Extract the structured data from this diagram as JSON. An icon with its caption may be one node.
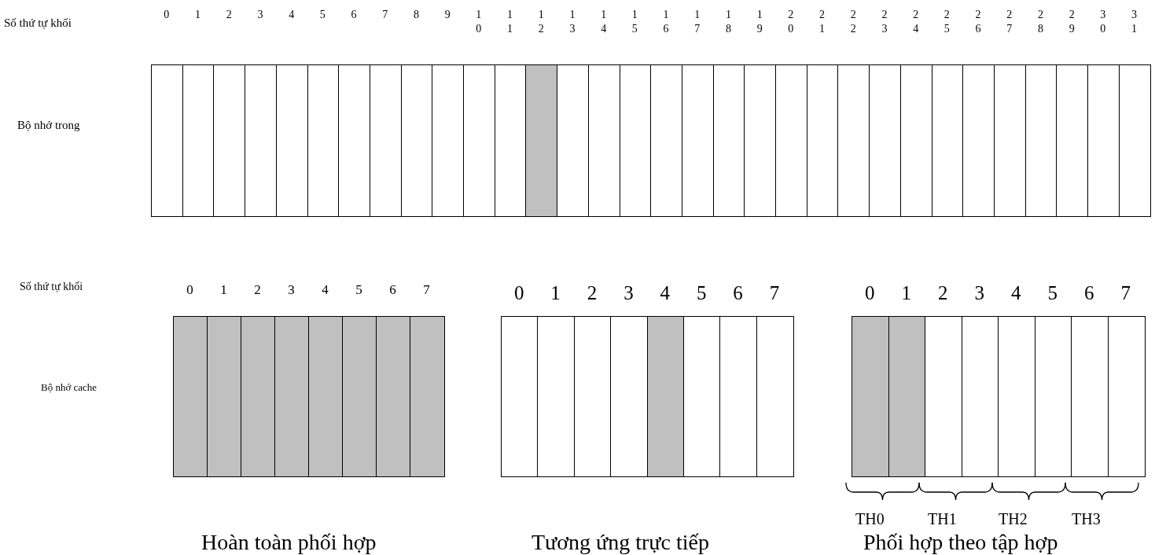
{
  "diagram": {
    "nodes": [
      {
        "text": [],
        "shape": "box"
      },
      {
        "text": [],
        "shape": "box"
      },
      {
        "text": [],
        "shape": "box"
      },
      {
        "text": [],
        "shape": "box"
      },
      {
        "text": [],
        "shape": "box"
      },
      {
        "text": [],
        "shape": "box"
      },
      {
        "text": [],
        "shape": "box"
      },
      {
        "text": [],
        "shape": "box"
      },
      {
        "text": [],
        "shape": "box"
      },
      {
        "text": [],
        "shape": "box"
      },
      {
        "text": [],
        "shape": "box"
      },
      {
        "text": [],
        "shape": "box"
      },
      {
        "text": [],
        "shape": "box"
      },
      {
        "text": [],
        "shape": "box"
      },
      {
        "text": [],
        "shape": "box"
      },
      {
        "text": [],
        "shape": "box"
      },
      {
        "text": [],
        "shape": "box"
      },
      {
        "text": [],
        "shape": "box"
      },
      {
        "text": [],
        "shape": "box"
      },
      {
        "text": [],
        "shape": "box"
      },
      {
        "text": [],
        "shape": "box"
      },
      {
        "text": [],
        "shape": "box"
      },
      {
        "text": [],
        "shape": "box"
      },
      {
        "text": [],
        "shape": "box"
      },
      {
        "text": [],
        "shape": "box"
      },
      {
        "text": [],
        "shape": "box"
      },
      {
        "text": [],
        "shape": "box"
      },
      {
        "text": [],
        "shape": "box"
      },
      {
        "text": [],
        "shape": "box"
      },
      {
        "text": [],
        "shape": "box"
      },
      {
        "text": [],
        "shape": "box"
      },
      {
        "text": [],
        "shape": "box"
      },
      {
        "text": [],
        "shape": "box",
        "beside": [
          "0"
        ]
      },
      {
        "text": [],
        "shape": "box",
        "beside": [
          "1"
        ]
      },
      {
        "text": [],
        "shape": "box",
        "beside": [
          "2"
        ]
      },
      {
        "text": [],
        "shape": "box",
        "beside": [
          "3"
        ]
      },
      {
        "text": [],
        "shape": "box",
        "beside": [
          "4"
        ]
      },
      {
        "text": [],
        "shape": "box",
        "beside": [
          "5"
        ]
      },
      {
        "text": [],
        "shape": "box",
        "beside": [
          "6"
        ]
      },
      {
        "text": [],
        "shape": "box",
        "beside": [
          "7"
        ]
      },
      {
        "text": [],
        "shape": "box",
        "beside": [
          "0"
        ]
      },
      {
        "text": [],
        "shape": "box",
        "beside": [
          "1"
        ]
      },
      {
        "text": [],
        "shape": "box",
        "beside": [
          "2"
        ]
      },
      {
        "text": [],
        "shape": "box",
        "beside": [
          "3"
        ]
      },
      {
        "text": [],
        "shape": "box",
        "beside": [
          "4"
        ]
      },
      {
        "text": [],
        "shape": "box",
        "beside": [
          "5"
        ]
      },
      {
        "text": [],
        "shape": "box",
        "beside": [
          "6"
        ]
      },
      {
        "text": [],
        "shape": "box",
        "beside": [
          "7"
        ]
      },
      {
        "text": [],
        "shape": "box",
        "beside": [
          "0"
        ]
      },
      {
        "text": [],
        "shape": "box",
        "beside": [
          "1"
        ]
      },
      {
        "text": [],
        "shape": "box",
        "beside": [
          "2"
        ]
      },
      {
        "text": [],
        "shape": "box",
        "beside": [
          "3"
        ]
      },
      {
        "text": [],
        "shape": "box",
        "beside": [
          "4"
        ]
      },
      {
        "text": [],
        "shape": "box",
        "beside": [
          "5"
        ]
      },
      {
        "text": [],
        "shape": "box",
        "beside": [
          "6"
        ]
      },
      {
        "text": [],
        "shape": "box",
        "beside": [
          "7"
        ]
      }
    ],
    "labels": [
      "Số thứ tự khối",
      "0",
      "1",
      "2",
      "3",
      "4",
      "5",
      "6",
      "7",
      "8",
      "9",
      "10",
      "11",
      "12",
      "13",
      "14",
      "15",
      "16",
      "17",
      "18",
      "19",
      "20",
      "21",
      "22",
      "23",
      "24",
      "25",
      "26",
      "27",
      "28",
      "29",
      "30",
      "31",
      "Bộ nhớ trong",
      "Số thứ tự khối",
      "Bộ nhớ cache",
      "TH0",
      "TH1",
      "TH2",
      "TH3",
      "Hoàn toàn phối hợp",
      "Tương ứng trực tiếp",
      "Phối hợp theo tập hợp"
    ]
  }
}
